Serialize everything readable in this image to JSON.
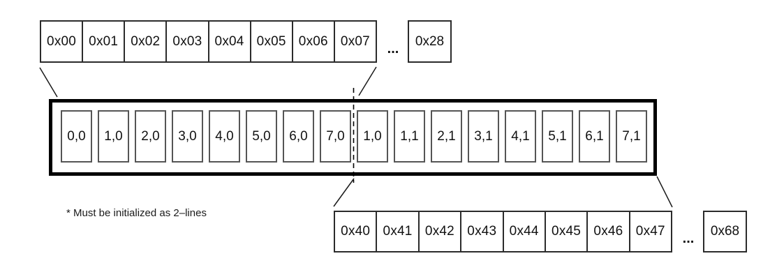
{
  "top_memory_row": {
    "cells": [
      "0x00",
      "0x01",
      "0x02",
      "0x03",
      "0x04",
      "0x05",
      "0x06",
      "0x07"
    ],
    "ellipsis": "...",
    "last_cell": "0x28"
  },
  "line_buffer": {
    "cells": [
      "0,0",
      "1,0",
      "2,0",
      "3,0",
      "4,0",
      "5,0",
      "6,0",
      "7,0",
      "1,0",
      "1,1",
      "2,1",
      "3,1",
      "4,1",
      "5,1",
      "6,1",
      "7,1"
    ]
  },
  "bottom_memory_row": {
    "cells": [
      "0x40",
      "0x41",
      "0x42",
      "0x43",
      "0x44",
      "0x45",
      "0x46",
      "0x47"
    ],
    "ellipsis": "...",
    "last_cell": "0x68"
  },
  "note": {
    "text": "* Must be initialized as 2–lines"
  },
  "colors": {
    "outline": "#2b2b2b",
    "buffer_border": "#000000",
    "inner_box_border": "#555555",
    "background": "#ffffff"
  }
}
